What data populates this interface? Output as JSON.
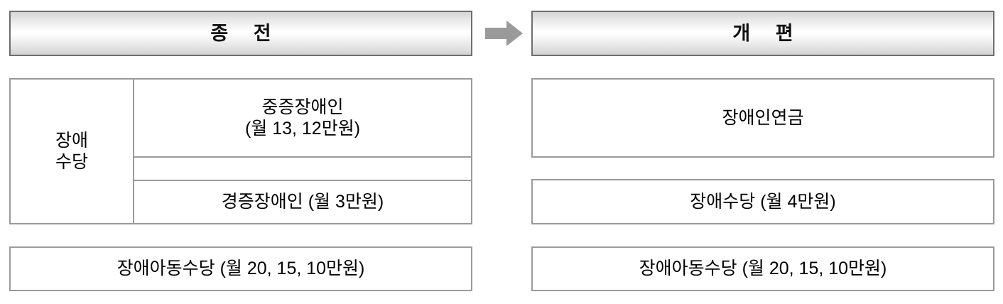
{
  "diagram": {
    "title_hidden": "",
    "arrow_icon": "right-arrow-icon",
    "arrow_color": "#9a9a9a",
    "border_color": "#9a9a9a",
    "header_border_color": "#6e6e6e"
  },
  "before": {
    "header": "종 전",
    "rows": {
      "allowance_label": "장애\n수당",
      "severe": "중증장애인\n(월 13, 12만원)",
      "spacer": "",
      "mild": "경증장애인 (월 3만원)",
      "child_allowance": "장애아동수당 (월 20, 15, 10만원)"
    }
  },
  "after": {
    "header": "개 편",
    "rows": {
      "pension": "장애인연금",
      "allowance": "장애수당 (월 4만원)",
      "child_allowance": "장애아동수당 (월 20, 15, 10만원)"
    }
  }
}
